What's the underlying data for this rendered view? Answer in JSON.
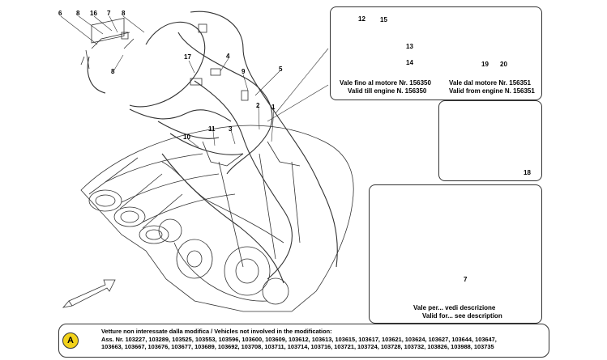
{
  "callouts": {
    "c6": "6",
    "c8a": "8",
    "c16": "16",
    "c7": "7",
    "c8b": "8",
    "c8c": "8",
    "c17": "17",
    "c4": "4",
    "c9": "9",
    "c5": "5",
    "c2": "2",
    "c1": "1",
    "c11": "11",
    "c3": "3",
    "c10": "10",
    "c12": "12",
    "c15": "15",
    "c13": "13",
    "c14": "14",
    "c19": "19",
    "c20": "20",
    "c18": "18",
    "c7b": "7"
  },
  "captions": {
    "panel_a_line1": "Vale fino al motore Nr. 156350",
    "panel_a_line2": "Valid till engine N. 156350",
    "panel_b_line1": "Vale dal motore Nr. 156351",
    "panel_b_line2": "Valid from engine N. 156351",
    "panel_d_line1": "Vale per... vedi descrizione",
    "panel_d_line2": "Valid for... see description"
  },
  "note": {
    "badge": "A",
    "line1": "Vetture non interessate dalla modifica / Vehicles not involved in the modification:",
    "line2": "Ass. Nr. 103227, 103289, 103525, 103553, 103596, 103600, 103609, 103612, 103613, 103615, 103617, 103621, 103624, 103627, 103644, 103647,",
    "line3": "103663, 103667, 103676, 103677, 103689, 103692, 103708, 103711, 103714, 103716, 103721, 103724, 103728, 103732, 103826, 103988, 103735"
  },
  "colors": {
    "line": "#333333",
    "badge": "#f2d21b"
  }
}
